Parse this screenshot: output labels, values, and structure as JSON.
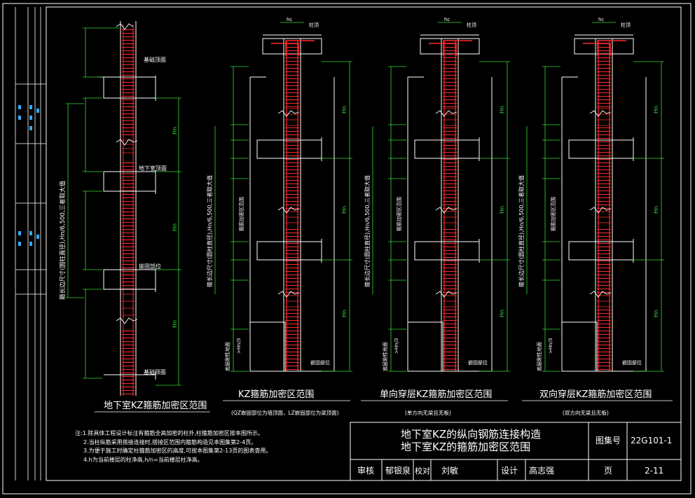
{
  "drawing": {
    "background": "#000000",
    "line_color": "#ffffff",
    "rebar_color": "#ff2a2a",
    "dim_color": "#33dd33"
  },
  "columns": [
    {
      "caption": "地下室KZ箍筋加密区范围",
      "subcaption": "",
      "slab_labels": [
        "基础顶面",
        "地下室顶面",
        "嵌固部位"
      ],
      "side_note": "箍长边尺寸(圆柱直径),Hn/6,500,三者取大值",
      "hn_label": "Hn"
    },
    {
      "caption": "KZ箍筋加密区范围",
      "subcaption": "(QZ嵌固部位为墙顶面，LZ嵌固部位为梁顶面)",
      "top_labels": [
        "hc",
        "柱顶"
      ],
      "side_note": "箍长边尺寸(圆柱直径),Hn/6,500,三者取大值",
      "mid_note": "箍筋加密区范围",
      "base_label": "嵌固部位",
      "bottom_note": "底层刚性地面",
      "hn3_label": ">Hn/3",
      "hn_label": "Hn"
    },
    {
      "caption": "单向穿层KZ箍筋加密区范围",
      "subcaption": "(单方向无梁且无板)",
      "top_labels": [
        "hc",
        "柱顶"
      ],
      "side_note": "箍长边尺寸(圆柱直径),Hn/6,500,三者取大值",
      "mid_note": "箍筋加密区范围",
      "base_label": "嵌固部位",
      "bottom_note": "底层刚性地面",
      "hn3_label": ">Hn/3",
      "hn_label": "Hn"
    },
    {
      "caption": "双向穿层KZ箍筋加密区范围",
      "subcaption": "(双方向无梁且无板)",
      "top_labels": [
        "hc",
        "柱顶"
      ],
      "side_note": "箍长边尺寸(圆柱直径),Hn/6,500,三者取大值",
      "mid_note": "箍筋加密区范围",
      "base_label": "嵌固部位",
      "bottom_note": "底层刚性地面",
      "hn3_label": ">Hn/3",
      "hn_label": "Hn"
    }
  ],
  "notes": [
    "注:1.除具体工程设计标注有箍筋全高加密的柱外,柱箍筋加密区按本图所示。",
    "2.当柱纵筋采用搭接连接时,搭接区范围内箍筋构造见本图集第2-4页。",
    "3.为便于施工时确定柱箍筋加密区的高度,可按本图集第2-13页的图表查用。",
    "4.h为当前楼层的柱净高,h/n=当前楼层柱净高。"
  ],
  "title_block": {
    "title_line1": "地下室KZ的纵向钢筋连接构造",
    "title_line2": "地下室KZ的箍筋加密区范围",
    "atlas_label": "图集号",
    "atlas_no": "22G101-1",
    "review_label": "审核",
    "reviewer": "郁银泉",
    "check_label": "校对",
    "checker": "刘敏",
    "design_label": "设计",
    "designer": "高志强",
    "page_label": "页",
    "page_no": "2-11"
  }
}
